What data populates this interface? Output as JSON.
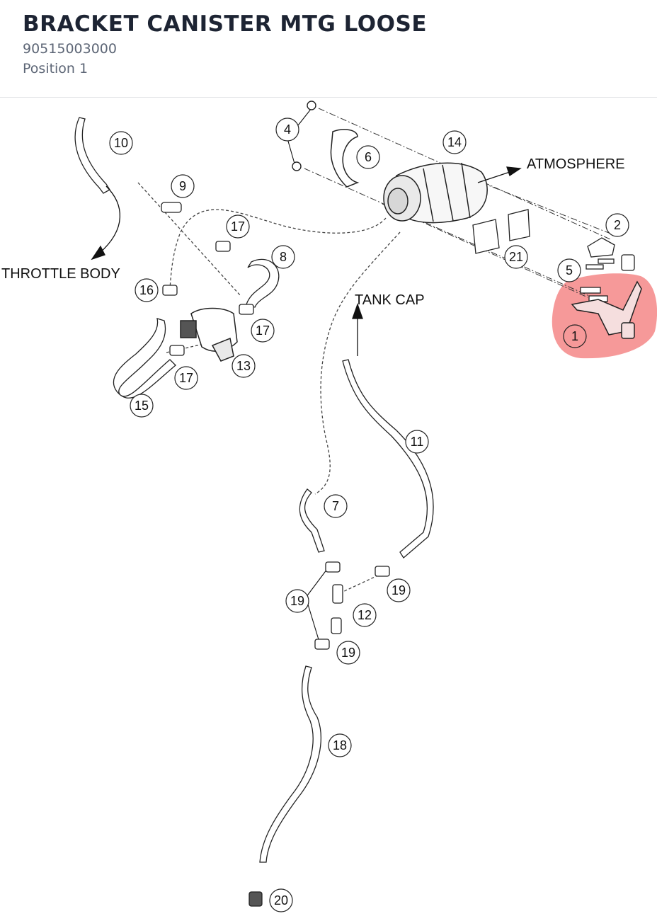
{
  "header": {
    "title": "BRACKET CANISTER MTG LOOSE",
    "part_number": "90515003000",
    "position": "Position 1"
  },
  "diagram": {
    "callouts": [
      {
        "id": "1",
        "label": "1",
        "highlighted": true
      },
      {
        "id": "2",
        "label": "2"
      },
      {
        "id": "4",
        "label": "4"
      },
      {
        "id": "5",
        "label": "5"
      },
      {
        "id": "6",
        "label": "6"
      },
      {
        "id": "7",
        "label": "7"
      },
      {
        "id": "8",
        "label": "8"
      },
      {
        "id": "9",
        "label": "9"
      },
      {
        "id": "10",
        "label": "10"
      },
      {
        "id": "11",
        "label": "11"
      },
      {
        "id": "12",
        "label": "12"
      },
      {
        "id": "13",
        "label": "13"
      },
      {
        "id": "14",
        "label": "14"
      },
      {
        "id": "15",
        "label": "15"
      },
      {
        "id": "16",
        "label": "16"
      },
      {
        "id": "17a",
        "label": "17"
      },
      {
        "id": "17b",
        "label": "17"
      },
      {
        "id": "17c",
        "label": "17"
      },
      {
        "id": "18",
        "label": "18"
      },
      {
        "id": "19a",
        "label": "19"
      },
      {
        "id": "19b",
        "label": "19"
      },
      {
        "id": "19c",
        "label": "19"
      },
      {
        "id": "20",
        "label": "20"
      },
      {
        "id": "21",
        "label": "21"
      }
    ],
    "annotations": {
      "atmosphere": "ATMOSPHERE",
      "throttle_body": "THROTTLE BODY",
      "tank_cap": "TANK CAP"
    },
    "highlight_color": "#f47c7c"
  }
}
